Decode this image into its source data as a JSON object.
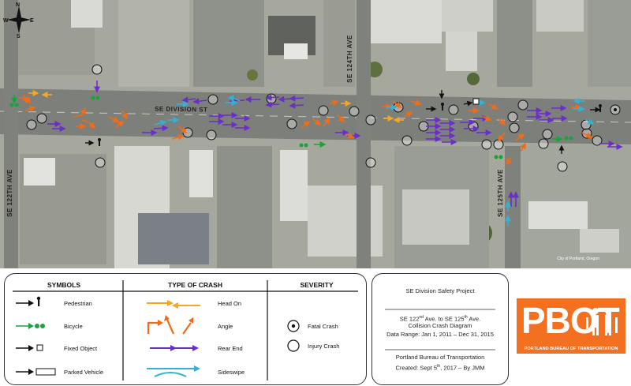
{
  "map": {
    "streets": {
      "division": "SE DIVISION ST",
      "ave122": "SE 122TH AVE",
      "ave124": "SE 124TH AVE",
      "ave125": "SE 125TH AVE"
    },
    "compass": {
      "n": "N",
      "s": "S",
      "e": "E",
      "w": "W"
    },
    "credit": "City of Portland, Oregon",
    "colors": {
      "head_on": "#f5a623",
      "angle": "#ef6c1a",
      "rear_end": "#6a2fc9",
      "sideswipe": "#36b1d6",
      "bicycle": "#1aa33c"
    }
  },
  "legend": {
    "symbols": {
      "header": "SYMBOLS",
      "items": [
        "Pedestrian",
        "Bicycle",
        "Fixed Object",
        "Parked Vehicle"
      ]
    },
    "crash_types": {
      "header": "TYPE OF CRASH",
      "items": [
        "Head On",
        "Angle",
        "Rear End",
        "Sideswipe"
      ]
    },
    "severity": {
      "header": "SEVERITY",
      "items": [
        "Fatal Crash",
        "Injury Crash"
      ]
    }
  },
  "info": {
    "project": "SE Division Safety Project",
    "range_line1_a": "SE 122",
    "range_sup1": "nd",
    "range_line1_b": " Ave. to SE 125",
    "range_sup2": "th",
    "range_line1_c": " Ave.",
    "diagram": "Collision Crash Diagram",
    "date_range": "Data Range: Jan 1, 2011 – Dec 31, 2015",
    "bureau": "Portland Bureau of Transportation",
    "created_a": "Created: Sept 5",
    "created_sup": "th",
    "created_b": ", 2017 – By JMM"
  },
  "logo": {
    "wordmark": "PBOT",
    "tagline": "PORTLAND BUREAU OF TRANSPORTATION"
  }
}
